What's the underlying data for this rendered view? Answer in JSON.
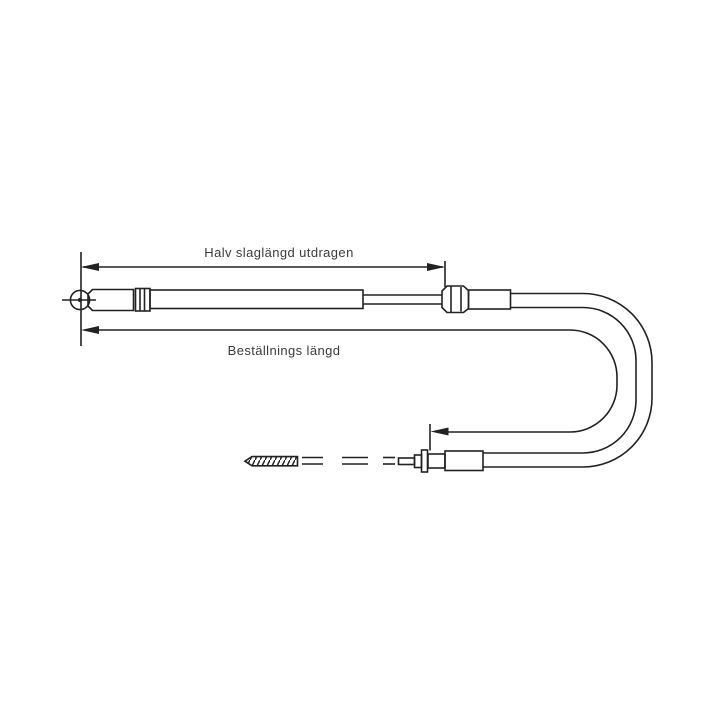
{
  "diagram": {
    "type": "technical-drawing-cable",
    "labels": {
      "half_stroke": "Halv slaglängd utdragen",
      "order_length": "Beställnings längd"
    },
    "colors": {
      "line": "#222222",
      "background": "#ffffff",
      "text": "#3b3b3b"
    }
  }
}
